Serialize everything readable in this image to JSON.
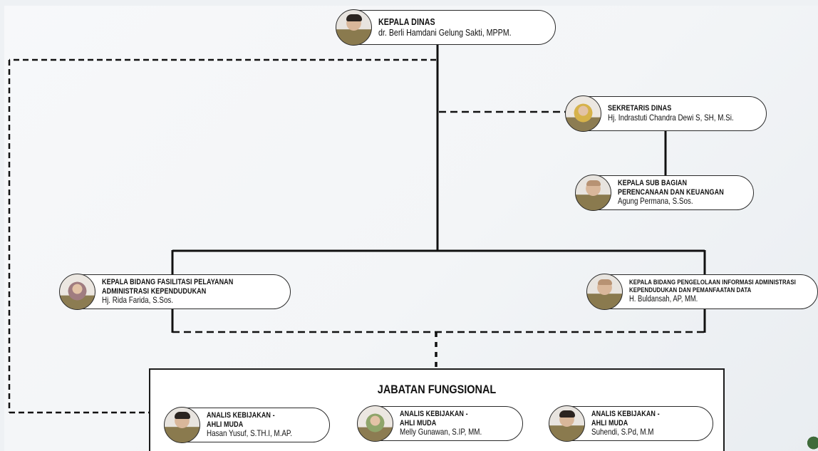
{
  "head": {
    "title": "KEPALA DINAS",
    "name": "dr. Berli Hamdani Gelung Sakti, MPPM."
  },
  "sekretaris": {
    "title": "SEKRETARIS DINAS",
    "name": "Hj. Indrastuti Chandra Dewi S, SH, M.Si."
  },
  "subbag": {
    "title_line1": "KEPALA SUB BAGIAN",
    "title_line2": "PERENCANAAN DAN KEUANGAN",
    "name": "Agung Permana, S.Sos."
  },
  "bidang_left": {
    "title_line1": "KEPALA BIDANG FASILITASI PELAYANAN",
    "title_line2": "ADMINISTRASI KEPENDUDUKAN",
    "name": "Hj. Rida Farida, S.Sos."
  },
  "bidang_right": {
    "title_line1": "KEPALA BIDANG PENGELOLAAN INFORMASI ADMINISTRASI",
    "title_line2": "KEPENDUDUKAN DAN PEMANFAATAN DATA",
    "name": "H. Buldansah, AP, MM."
  },
  "fungsional": {
    "heading": "JABATAN FUNGSIONAL",
    "members": [
      {
        "title_line1": "ANALIS KEBIJAKAN -",
        "title_line2": "AHLI MUDA",
        "name": "Hasan Yusuf, S.TH.I, M.AP."
      },
      {
        "title_line1": "ANALIS KEBIJAKAN -",
        "title_line2": "AHLI MUDA",
        "name": "Melly Gunawan, S.IP, MM."
      },
      {
        "title_line1": "ANALIS KEBIJAKAN -",
        "title_line2": "AHLI MUDA",
        "name": "Suhendi, S.Pd, M.M"
      }
    ]
  }
}
